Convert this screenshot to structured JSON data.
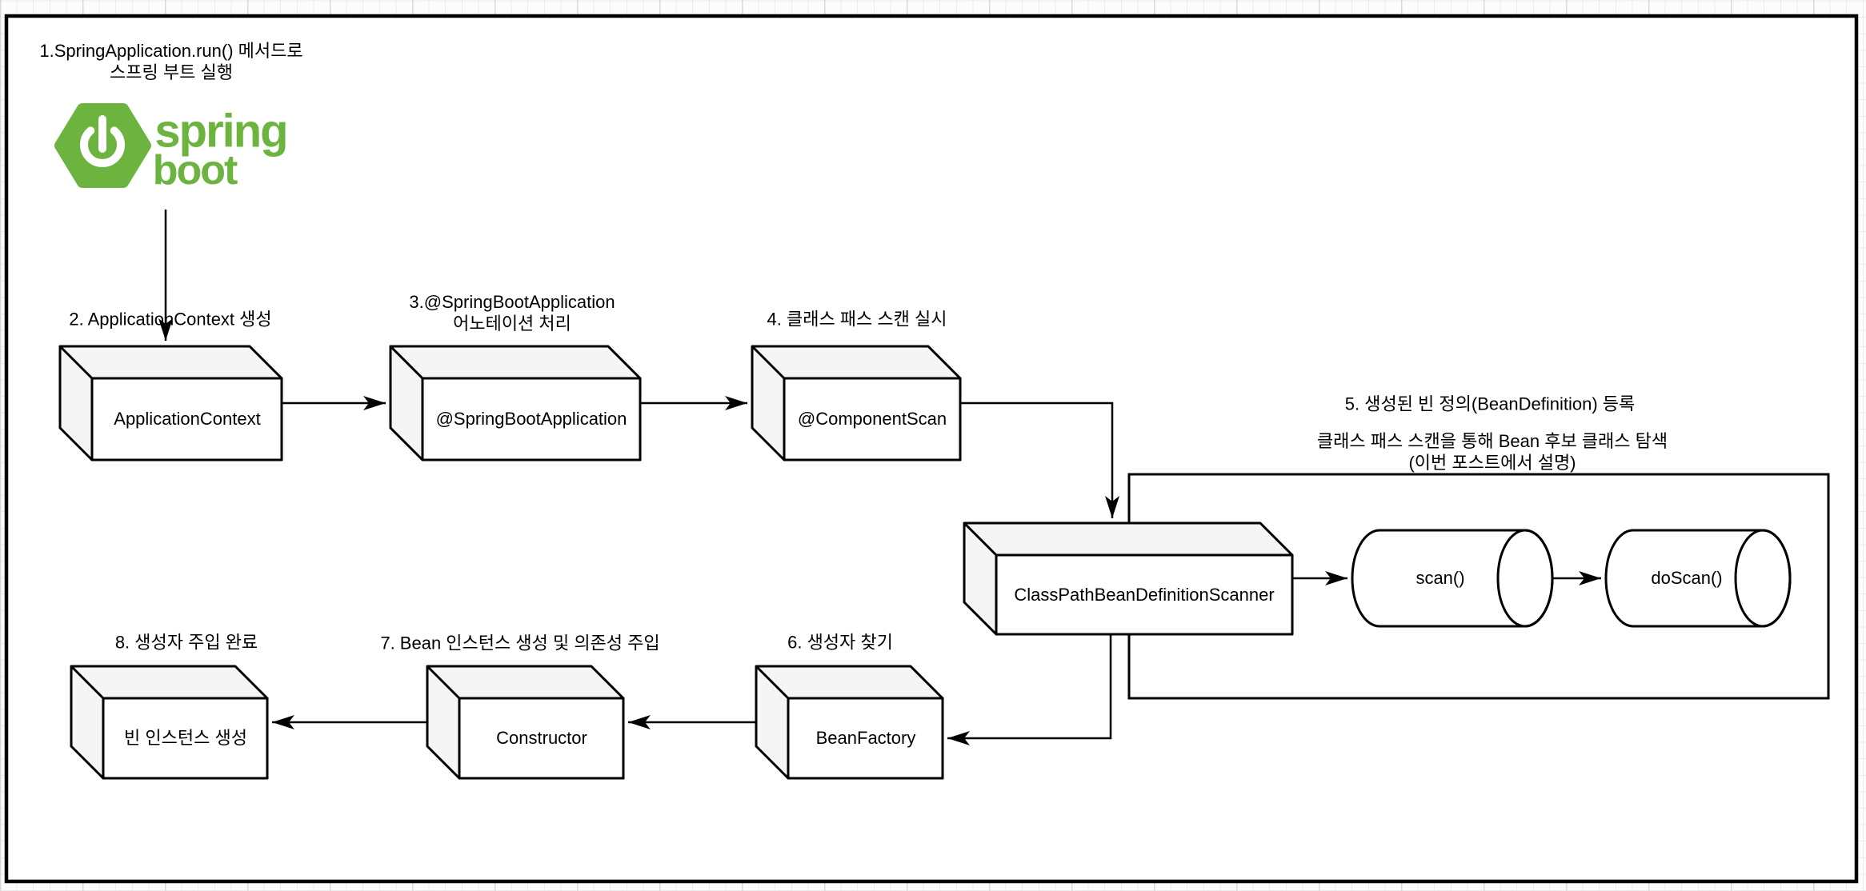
{
  "labels": {
    "step1": "1.SpringApplication.run() 메서드로\n스프링 부트 실행",
    "step2": "2. ApplicationContext 생성",
    "step3": "3.@SpringBootApplication\n어노테이션 처리",
    "step4": "4. 클래스 패스 스캔 실시",
    "step5": "5. 생성된 빈 정의(BeanDefinition) 등록",
    "step5_sub": "클래스 패스 스캔을 통해 Bean 후보 클래스 탐색 (이번 포스트에서 설명)",
    "step6": "6. 생성자 찾기",
    "step7": "7. Bean 인스턴스 생성 및 의존성 주입",
    "step8": "8. 생성자 주입 완료"
  },
  "nodes": {
    "application_context": "ApplicationContext",
    "spring_boot_application": "@SpringBootApplication",
    "component_scan": "@ComponentScan",
    "scanner": "ClassPathBeanDefinitionScanner",
    "scan": "scan()",
    "do_scan": "doScan()",
    "bean_factory": "BeanFactory",
    "constructor": "Constructor",
    "bean_instance": "빈 인스턴스 생성"
  },
  "logo": {
    "spring": "spring",
    "boot": "boot"
  },
  "colors": {
    "spring_green": "#6db33f",
    "cube_shade": "#f5f5f5",
    "stroke": "#000000",
    "canvas": "#ffffff"
  }
}
